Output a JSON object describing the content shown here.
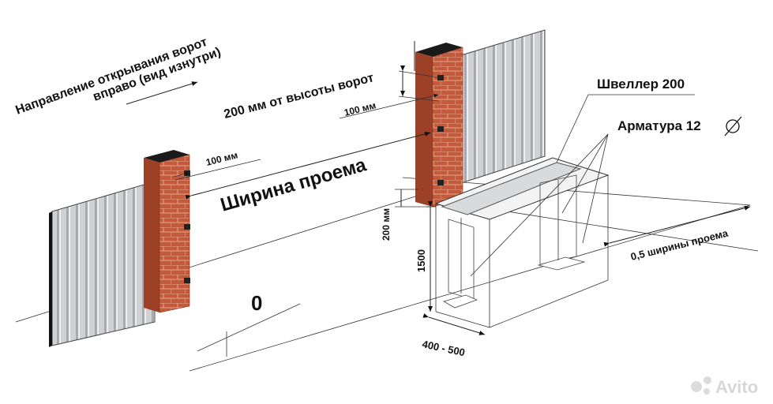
{
  "labels": {
    "direction_line1": "Направление открывания ворот",
    "direction_line2": "вправо (вид изнутри)",
    "height_offset": "200 мм от высоты ворот",
    "mm100_right": "100 мм",
    "mm100_left": "100 мм",
    "opening_width": "Ширина проема",
    "mm200": "200 мм",
    "zero": "0",
    "channel": "Швеллер 200",
    "rebar": "Арматура 12",
    "half_width": "0,5 ширины проема",
    "depth1500": "1500",
    "width_range": "400 - 500"
  },
  "watermark": "Avito",
  "colors": {
    "brick": "#c0563a",
    "brick_dark": "#8e3a24",
    "sheet": "#c9cbcd",
    "sheet_dark": "#9a9c9f",
    "cap": "#1a1a1a"
  }
}
